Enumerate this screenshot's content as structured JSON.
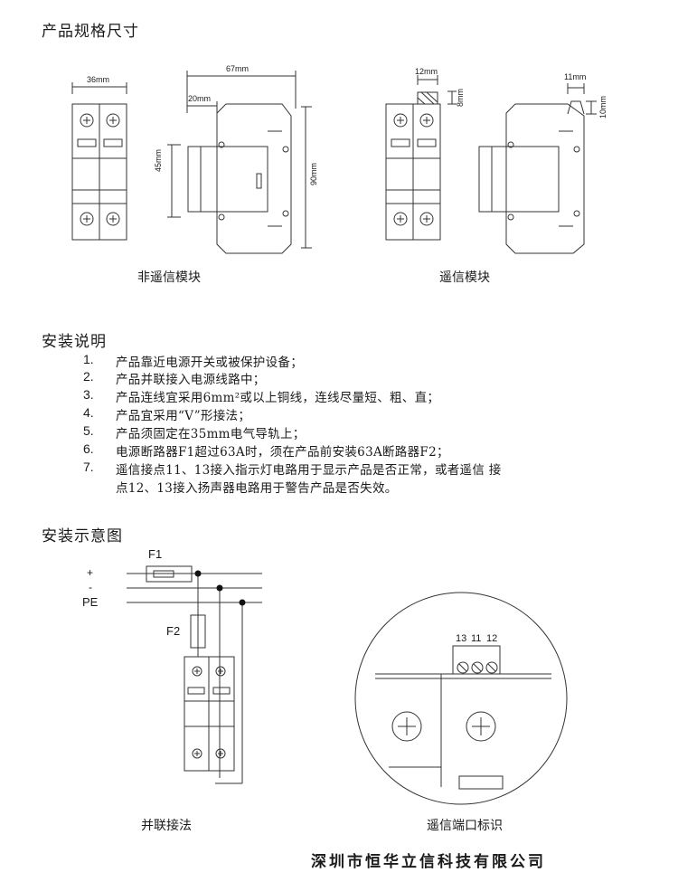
{
  "sections": {
    "specs_title": "产品规格尺寸",
    "install_title": "安装说明",
    "diagram_title": "安装示意图"
  },
  "dimensions": {
    "w36": "36mm",
    "w67": "67mm",
    "w20": "20mm",
    "h45": "45mm",
    "h90": "90mm",
    "w12": "12mm",
    "h8": "8mm",
    "w11": "11mm",
    "h10": "10mm"
  },
  "captions": {
    "non_remote": "非遥信模块",
    "remote": "遥信模块",
    "parallel": "并联接法",
    "port_id": "遥信端口标识"
  },
  "steps": [
    {
      "num": "1.",
      "text": "产品靠近电源开关或被保护设备；"
    },
    {
      "num": "2.",
      "text": "产品并联接入电源线路中；"
    },
    {
      "num": "3.",
      "text": "产品连线宜采用6mm²或以上铜线，连线尽量短、粗、直；"
    },
    {
      "num": "4.",
      "text": "产品宜采用“V”形接法；"
    },
    {
      "num": "5.",
      "text": "产品须固定在35mm电气导轨上；"
    },
    {
      "num": "6.",
      "text": "电源断路器F1超过63A时，须在产品前安装63A断路器F2；"
    },
    {
      "num": "7.",
      "text": "遥信接点11、13接入指示灯电路用于显示产品是否正常，或者遥信 接"
    }
  ],
  "step7_cont": "点12、13接入扬声器电路用于警告产品是否失效。",
  "wiring": {
    "f1": "F1",
    "f2": "F2",
    "plus": "+",
    "minus": "-",
    "pe": "PE"
  },
  "terminals": {
    "t13": "13",
    "t11": "11",
    "t12": "12"
  },
  "company": "深圳市恒华立信科技有限公司"
}
